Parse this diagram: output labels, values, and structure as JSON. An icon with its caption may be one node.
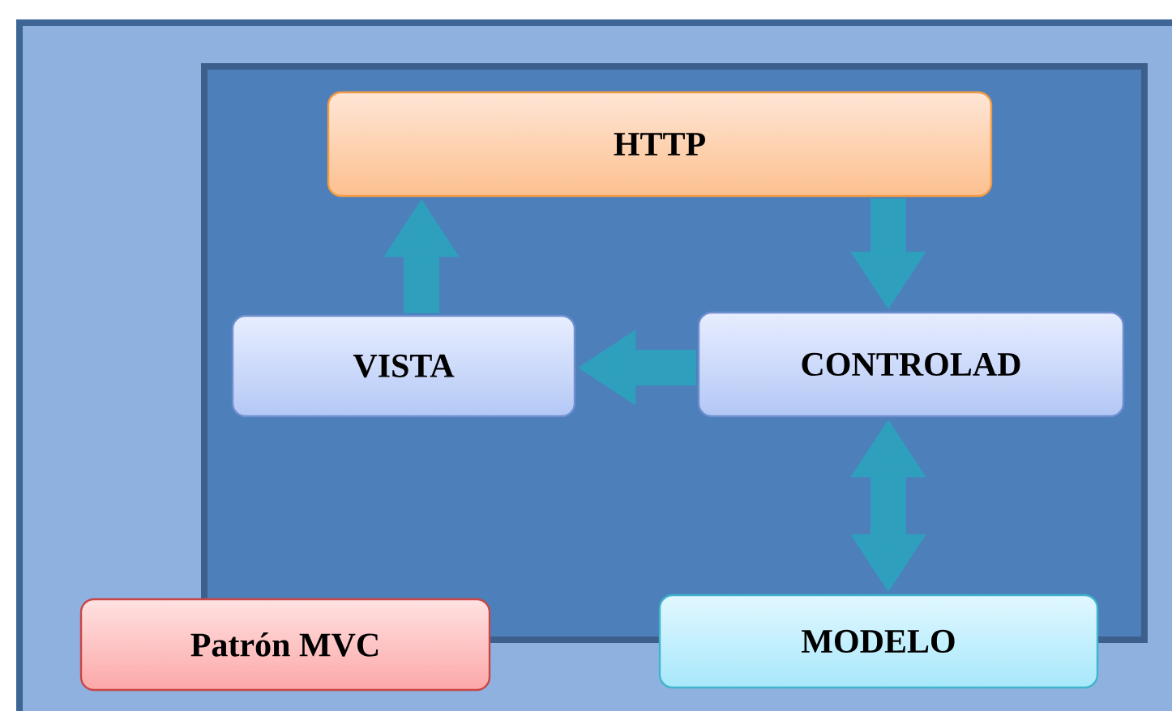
{
  "diagram": {
    "nodes": [
      {
        "text": [
          "HTTP"
        ]
      },
      {
        "text": [
          "VISTA"
        ]
      },
      {
        "text": [
          "CONTROLAD"
        ]
      },
      {
        "text": [
          "MODELO"
        ]
      },
      {
        "text": [
          "Patrón MVC"
        ]
      }
    ],
    "edges": [
      {
        "from": 1,
        "to": 0,
        "arrow": "to"
      },
      {
        "from": 0,
        "to": 2,
        "arrow": "to"
      },
      {
        "from": 2,
        "to": 1,
        "arrow": "to"
      },
      {
        "from": 2,
        "to": 3,
        "arrow": "both"
      }
    ]
  }
}
